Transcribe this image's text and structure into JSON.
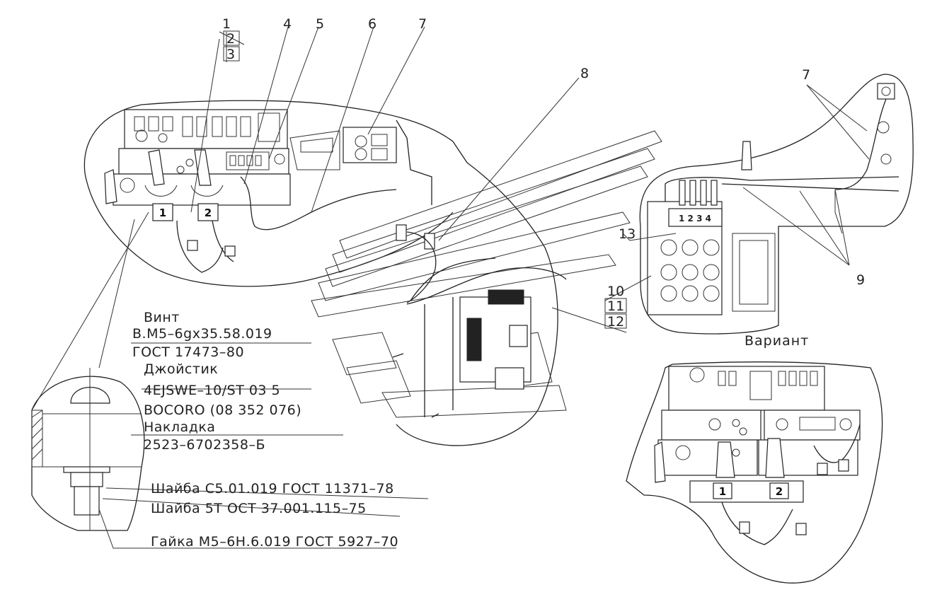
{
  "callouts": {
    "c1": "1",
    "c2": "2",
    "c3": "3",
    "c4": "4",
    "c5": "5",
    "c6": "6",
    "c7_left": "7",
    "c8": "8",
    "c7_right": "7",
    "c9": "9",
    "c10": "10",
    "c11": "11",
    "c12": "12",
    "c13": "13"
  },
  "variant_label": "Вариант",
  "joystick_boxes": {
    "main_1": "1",
    "main_2": "2",
    "variant_1": "1",
    "variant_2": "2"
  },
  "valve_block_label": "1 2 3 4",
  "notes": {
    "n1": "Винт",
    "n2": "В.М5–6gх35.58.019",
    "n3": "ГОСТ 17473–80",
    "n4": "Джойстик",
    "n5": "4EJSWE–10/ST 03 5",
    "n6": "BOCORO (08 352 076)",
    "n7": "Накладка",
    "n8": "2523–6702358–Б",
    "n9": "Шайба С5.01.019  ГОСТ 11371–78",
    "n10": "Шайба 5Т  ОСТ 37.001.115–75",
    "n11": "Гайка М5–6Н.6.019  ГОСТ 5927–70"
  }
}
